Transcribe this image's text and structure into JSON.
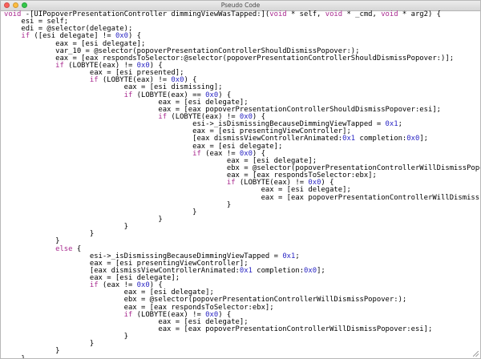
{
  "window": {
    "title": "Pseudo Code"
  },
  "colors": {
    "keyword": "#a8288e",
    "number": "#2a26c4",
    "text": "#000000"
  },
  "code": {
    "lines": [
      [
        [
          "kw",
          "void"
        ],
        [
          "t",
          " -[UIPopoverPresentationController dimmingViewWasTapped:]("
        ],
        [
          "kw",
          "void"
        ],
        [
          "t",
          " * self, "
        ],
        [
          "kw",
          "void"
        ],
        [
          "t",
          " * _cmd, "
        ],
        [
          "kw",
          "void"
        ],
        [
          "t",
          " * arg2) {"
        ]
      ],
      [
        [
          "t",
          "    esi = self;"
        ]
      ],
      [
        [
          "t",
          "    edi = @selector(delegate);"
        ]
      ],
      [
        [
          "t",
          "    "
        ],
        [
          "kw",
          "if"
        ],
        [
          "t",
          " ([esi delegate] != "
        ],
        [
          "num",
          "0x0"
        ],
        [
          "t",
          ") {"
        ]
      ],
      [
        [
          "t",
          "            eax = [esi delegate];"
        ]
      ],
      [
        [
          "t",
          "            var_10 = @selector(popoverPresentationControllerShouldDismissPopover:);"
        ]
      ],
      [
        [
          "t",
          "            eax = [eax respondsToSelector:@selector(popoverPresentationControllerShouldDismissPopover:)];"
        ]
      ],
      [
        [
          "t",
          "            "
        ],
        [
          "kw",
          "if"
        ],
        [
          "t",
          " (LOBYTE(eax) != "
        ],
        [
          "num",
          "0x0"
        ],
        [
          "t",
          ") {"
        ]
      ],
      [
        [
          "t",
          "                    eax = [esi presented];"
        ]
      ],
      [
        [
          "t",
          "                    "
        ],
        [
          "kw",
          "if"
        ],
        [
          "t",
          " (LOBYTE(eax) != "
        ],
        [
          "num",
          "0x0"
        ],
        [
          "t",
          ") {"
        ]
      ],
      [
        [
          "t",
          "                            eax = [esi dismissing];"
        ]
      ],
      [
        [
          "t",
          "                            "
        ],
        [
          "kw",
          "if"
        ],
        [
          "t",
          " (LOBYTE(eax) == "
        ],
        [
          "num",
          "0x0"
        ],
        [
          "t",
          ") {"
        ]
      ],
      [
        [
          "t",
          "                                    eax = [esi delegate];"
        ]
      ],
      [
        [
          "t",
          "                                    eax = [eax popoverPresentationControllerShouldDismissPopover:esi];"
        ]
      ],
      [
        [
          "t",
          "                                    "
        ],
        [
          "kw",
          "if"
        ],
        [
          "t",
          " (LOBYTE(eax) != "
        ],
        [
          "num",
          "0x0"
        ],
        [
          "t",
          ") {"
        ]
      ],
      [
        [
          "t",
          "                                            esi->_isDismissingBecauseDimmingViewTapped = "
        ],
        [
          "num",
          "0x1"
        ],
        [
          "t",
          ";"
        ]
      ],
      [
        [
          "t",
          "                                            eax = [esi presentingViewController];"
        ]
      ],
      [
        [
          "t",
          "                                            [eax dismissViewControllerAnimated:"
        ],
        [
          "num",
          "0x1"
        ],
        [
          "t",
          " completion:"
        ],
        [
          "num",
          "0x0"
        ],
        [
          "t",
          "];"
        ]
      ],
      [
        [
          "t",
          "                                            eax = [esi delegate];"
        ]
      ],
      [
        [
          "t",
          "                                            "
        ],
        [
          "kw",
          "if"
        ],
        [
          "t",
          " (eax != "
        ],
        [
          "num",
          "0x0"
        ],
        [
          "t",
          ") {"
        ]
      ],
      [
        [
          "t",
          "                                                    eax = [esi delegate];"
        ]
      ],
      [
        [
          "t",
          "                                                    ebx = @selector(popoverPresentationControllerWillDismissPopover:);"
        ]
      ],
      [
        [
          "t",
          "                                                    eax = [eax respondsToSelector:ebx];"
        ]
      ],
      [
        [
          "t",
          "                                                    "
        ],
        [
          "kw",
          "if"
        ],
        [
          "t",
          " (LOBYTE(eax) != "
        ],
        [
          "num",
          "0x0"
        ],
        [
          "t",
          ") {"
        ]
      ],
      [
        [
          "t",
          "                                                            eax = [esi delegate];"
        ]
      ],
      [
        [
          "t",
          "                                                            eax = [eax popoverPresentationControllerWillDismissPopover:esi];"
        ]
      ],
      [
        [
          "t",
          "                                                    }"
        ]
      ],
      [
        [
          "t",
          "                                            }"
        ]
      ],
      [
        [
          "t",
          "                                    }"
        ]
      ],
      [
        [
          "t",
          "                            }"
        ]
      ],
      [
        [
          "t",
          "                    }"
        ]
      ],
      [
        [
          "t",
          "            }"
        ]
      ],
      [
        [
          "t",
          "            "
        ],
        [
          "kw",
          "else"
        ],
        [
          "t",
          " {"
        ]
      ],
      [
        [
          "t",
          "                    esi->_isDismissingBecauseDimmingViewTapped = "
        ],
        [
          "num",
          "0x1"
        ],
        [
          "t",
          ";"
        ]
      ],
      [
        [
          "t",
          "                    eax = [esi presentingViewController];"
        ]
      ],
      [
        [
          "t",
          "                    [eax dismissViewControllerAnimated:"
        ],
        [
          "num",
          "0x1"
        ],
        [
          "t",
          " completion:"
        ],
        [
          "num",
          "0x0"
        ],
        [
          "t",
          "];"
        ]
      ],
      [
        [
          "t",
          "                    eax = [esi delegate];"
        ]
      ],
      [
        [
          "t",
          "                    "
        ],
        [
          "kw",
          "if"
        ],
        [
          "t",
          " (eax != "
        ],
        [
          "num",
          "0x0"
        ],
        [
          "t",
          ") {"
        ]
      ],
      [
        [
          "t",
          "                            eax = [esi delegate];"
        ]
      ],
      [
        [
          "t",
          "                            ebx = @selector(popoverPresentationControllerWillDismissPopover:);"
        ]
      ],
      [
        [
          "t",
          "                            eax = [eax respondsToSelector:ebx];"
        ]
      ],
      [
        [
          "t",
          "                            "
        ],
        [
          "kw",
          "if"
        ],
        [
          "t",
          " (LOBYTE(eax) != "
        ],
        [
          "num",
          "0x0"
        ],
        [
          "t",
          ") {"
        ]
      ],
      [
        [
          "t",
          "                                    eax = [esi delegate];"
        ]
      ],
      [
        [
          "t",
          "                                    eax = [eax popoverPresentationControllerWillDismissPopover:esi];"
        ]
      ],
      [
        [
          "t",
          "                            }"
        ]
      ],
      [
        [
          "t",
          "                    }"
        ]
      ],
      [
        [
          "t",
          "            }"
        ]
      ],
      [
        [
          "t",
          "    }"
        ]
      ],
      [
        [
          "t",
          "}"
        ]
      ]
    ]
  }
}
